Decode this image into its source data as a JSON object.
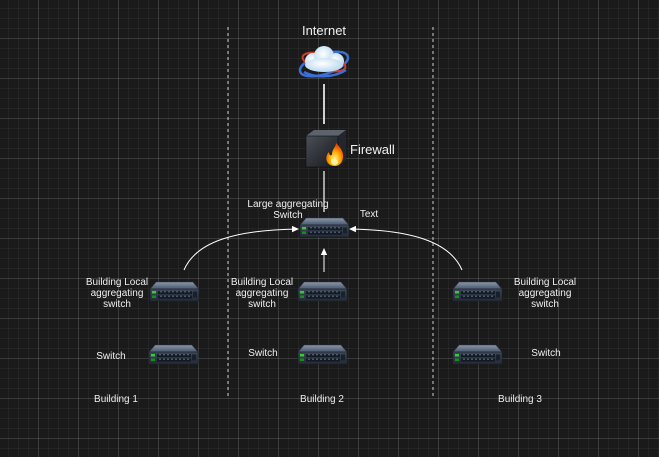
{
  "nodes": {
    "internet": {
      "label": "Internet"
    },
    "firewall": {
      "label": "Firewall"
    },
    "core": {
      "label_line1": "Large aggregating",
      "label_line2": "Switch",
      "side_label": "Text"
    },
    "agg1": {
      "label_line1": "Building Local",
      "label_line2": "aggregating",
      "label_line3": "switch"
    },
    "agg2": {
      "label_line1": "Building Local",
      "label_line2": "aggregating",
      "label_line3": "switch"
    },
    "agg3": {
      "label_line1": "Building Local",
      "label_line2": "aggregating",
      "label_line3": "switch"
    },
    "sw1": {
      "label": "Switch"
    },
    "sw2": {
      "label": "Switch"
    },
    "sw3": {
      "label": "Switch"
    }
  },
  "buildings": [
    {
      "label": "Building 1"
    },
    {
      "label": "Building 2"
    },
    {
      "label": "Building 3"
    }
  ],
  "colors": {
    "background": "#1a1a1a",
    "connector": "#ffffff",
    "separator": "#d0d0d0",
    "switch_body": "#3c4758",
    "switch_ports": "#131a24",
    "switch_led": "#33cc33",
    "firewall_flame": "#ff8a00"
  },
  "icons": {
    "internet": "globe-cloud-icon",
    "firewall": "firewall-flame-icon",
    "switch": "network-switch-icon"
  }
}
